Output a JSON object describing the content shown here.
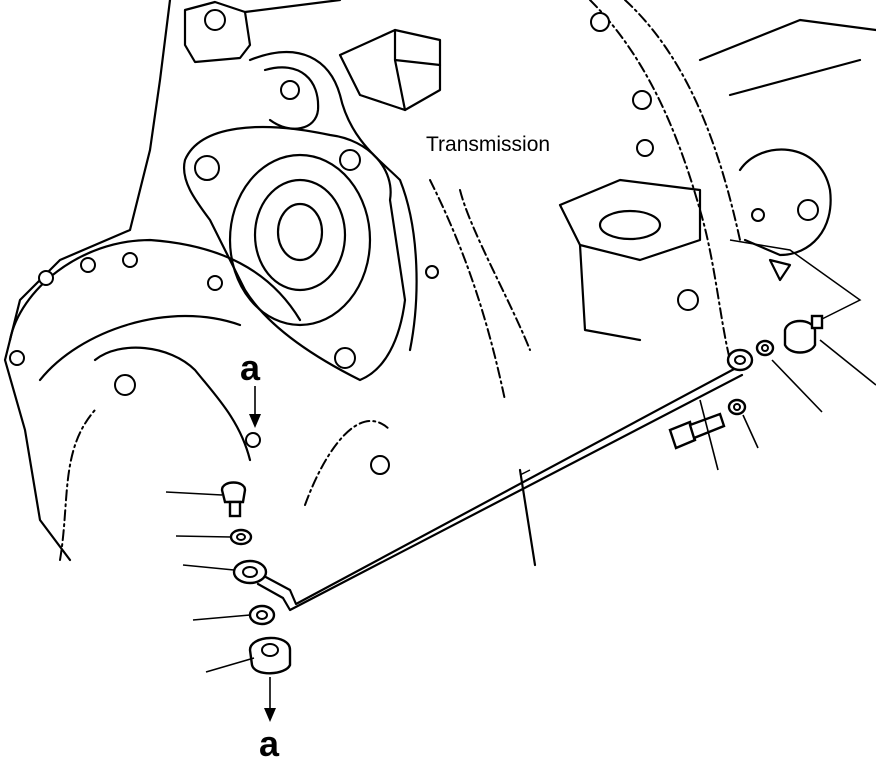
{
  "labels": {
    "transmission": "Transmission",
    "connection_top": "a",
    "connection_bottom": "a"
  },
  "icons": [
    "arrow-down-icon",
    "arrow-down-icon"
  ],
  "colors": {
    "ink": "#000000",
    "paper": "#ffffff"
  }
}
